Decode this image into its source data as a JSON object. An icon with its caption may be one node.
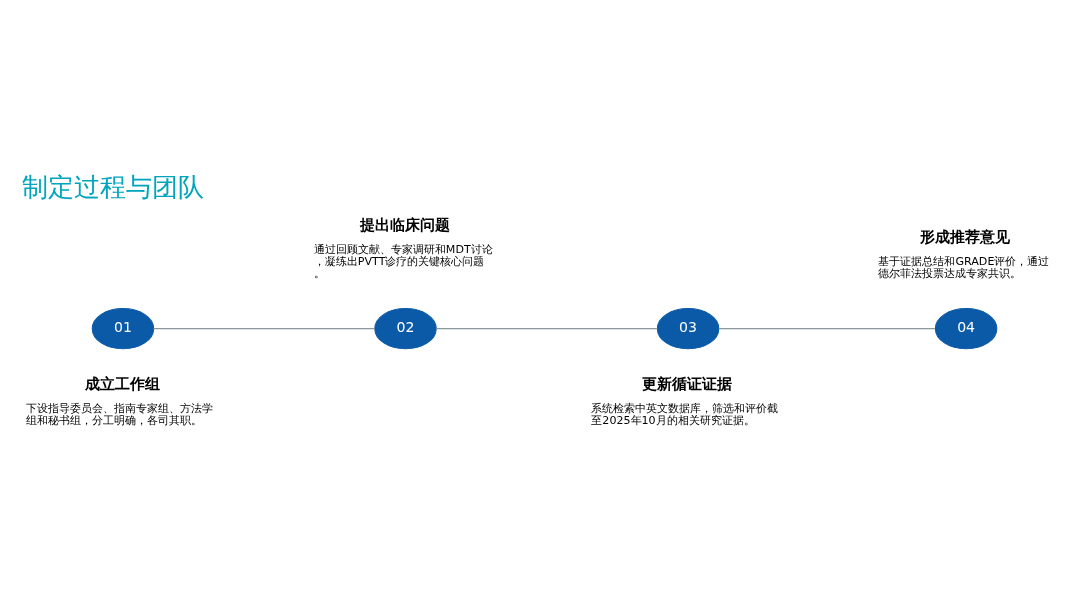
{
  "diagram": {
    "title": "制定过程与团队",
    "nodes": [
      {
        "text": [
          "01"
        ],
        "beside": [
          "成立工作组",
          "下设指导委员会、指南专家组、方法学组和秘书组，分工明确，各司其职。"
        ]
      },
      {
        "text": [
          "02"
        ],
        "beside": [
          "提出临床问题",
          "通过回顾文献、专家调研和MDT讨论，凝练出PVTT诊疗的关键核心问题。"
        ]
      },
      {
        "text": [
          "03"
        ],
        "beside": [
          "更新循证证据",
          "系统检索中英文数据库，筛选和评价截至2025年10月的相关研究证据。"
        ]
      },
      {
        "text": [
          "04"
        ],
        "beside": [
          "形成推荐意见",
          "基于证据总结和GRADE评价，通过德尔菲法投票达成专家共识。"
        ]
      }
    ],
    "edges": [
      {
        "from": 0,
        "to": 1,
        "arrow": "none"
      },
      {
        "from": 1,
        "to": 2,
        "arrow": "none"
      },
      {
        "from": 2,
        "to": 3,
        "arrow": "none"
      }
    ]
  }
}
